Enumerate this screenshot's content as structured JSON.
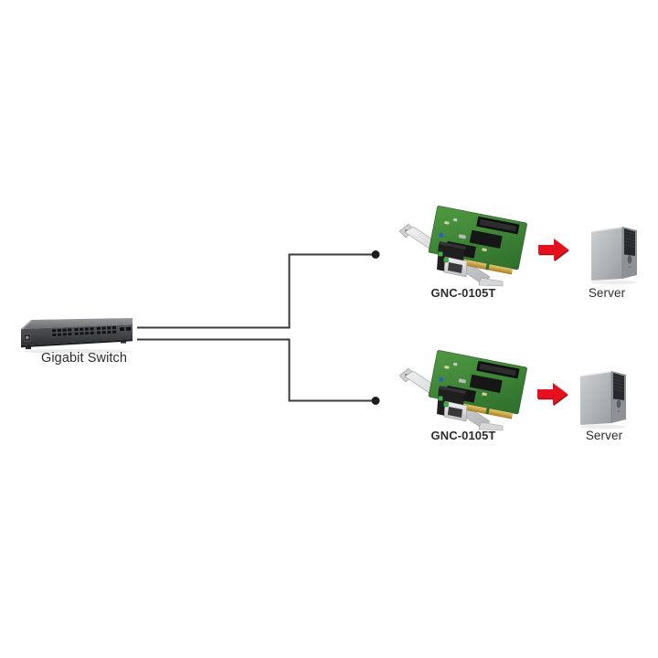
{
  "diagram": {
    "type": "network-topology",
    "switch": {
      "label": "Gigabit Switch",
      "icon": "network-switch"
    },
    "branches": [
      {
        "nic": {
          "label": "GNC-0105T",
          "icon": "pci-network-card"
        },
        "arrow": {
          "icon": "red-arrow-right"
        },
        "server": {
          "label": "Server",
          "icon": "server-tower"
        }
      },
      {
        "nic": {
          "label": "GNC-0105T",
          "icon": "pci-network-card"
        },
        "arrow": {
          "icon": "red-arrow-right"
        },
        "server": {
          "label": "Server",
          "icon": "server-tower"
        }
      }
    ],
    "connections": [
      {
        "from": "gigabit-switch",
        "to": "nic-top"
      },
      {
        "from": "gigabit-switch",
        "to": "nic-bottom"
      },
      {
        "from": "nic-top",
        "to": "server-top"
      },
      {
        "from": "nic-bottom",
        "to": "server-bottom"
      }
    ]
  },
  "colors": {
    "background": "#ffffff",
    "line": "#3a3a3a",
    "dot": "#1c1c1c",
    "arrow_red": "#e6101f",
    "arrow_red_dark": "#9c1016",
    "label_text": "#2c2c2c",
    "pcb_green": "#4f9a42",
    "bracket_silver": "#d9dadb",
    "gold": "#c9a441",
    "switch_body": "#3c3d41",
    "server_gray": "#b7babd"
  }
}
